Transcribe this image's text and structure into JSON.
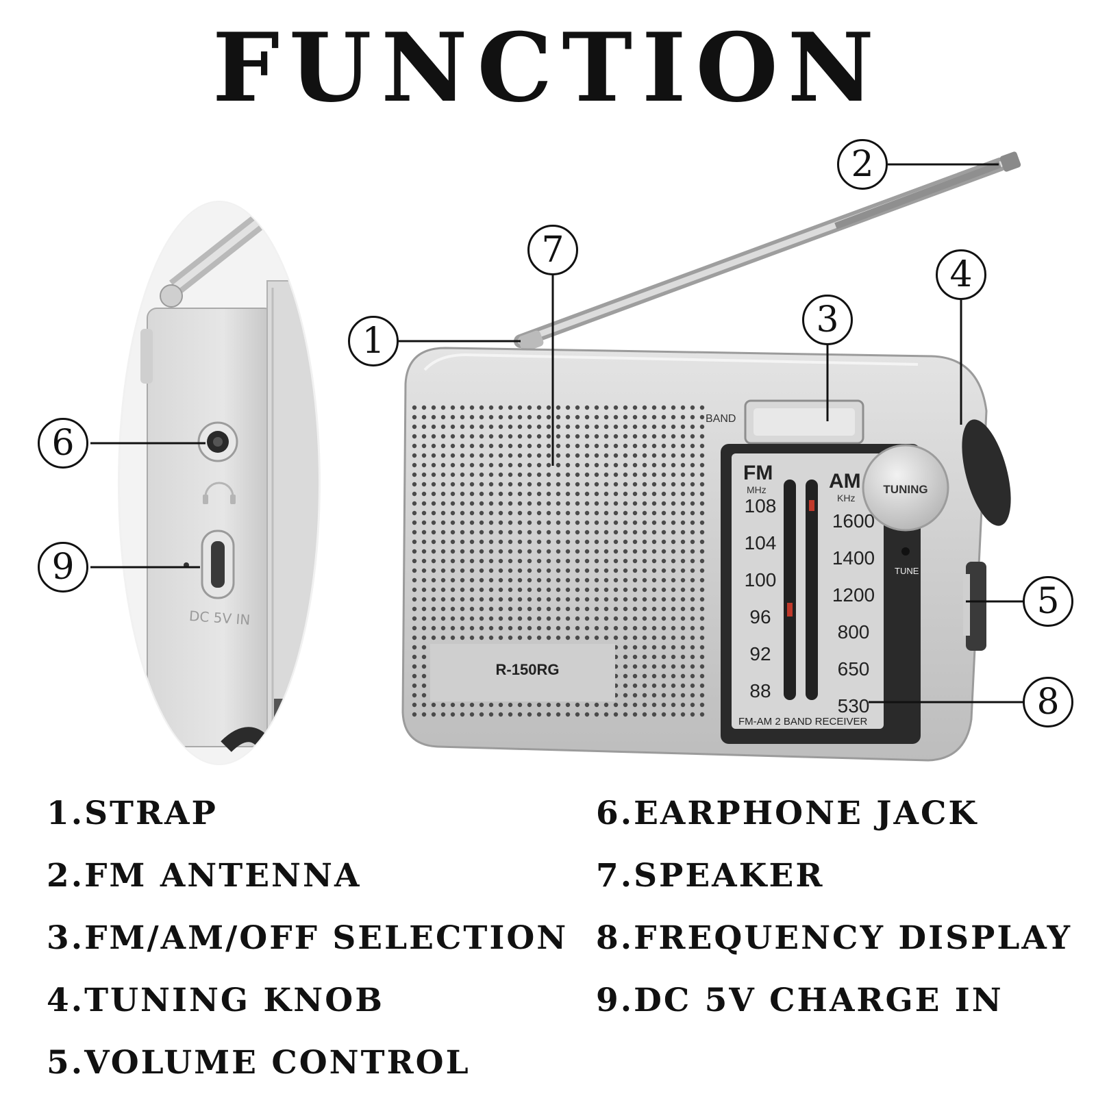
{
  "title": "FUNCTION",
  "callouts": [
    "1",
    "2",
    "3",
    "4",
    "5",
    "6",
    "7",
    "8",
    "9"
  ],
  "radio": {
    "model": "R-150RG",
    "band_label": "BAND",
    "tuning_label": "TUNING",
    "tune_label": "TUNE",
    "fm_label": "FM",
    "fm_unit": "MHz",
    "am_label": "AM",
    "am_unit": "KHz",
    "fm_scale": [
      "108",
      "104",
      "100",
      "96",
      "92",
      "88"
    ],
    "am_scale": [
      "1600",
      "1400",
      "1200",
      "800",
      "650",
      "530"
    ],
    "receiver_label": "FM-AM 2 BAND RECEIVER",
    "side_label": "DC 5V IN"
  },
  "legend": {
    "left": [
      "1.STRAP",
      "2.FM ANTENNA",
      "3.FM/AM/OFF SELECTION",
      "4.TUNING KNOB",
      "5.VOLUME CONTROL"
    ],
    "right": [
      "6.EARPHONE JACK",
      "7.SPEAKER",
      "8.FREQUENCY DISPLAY",
      "9.DC 5V CHARGE IN"
    ]
  }
}
